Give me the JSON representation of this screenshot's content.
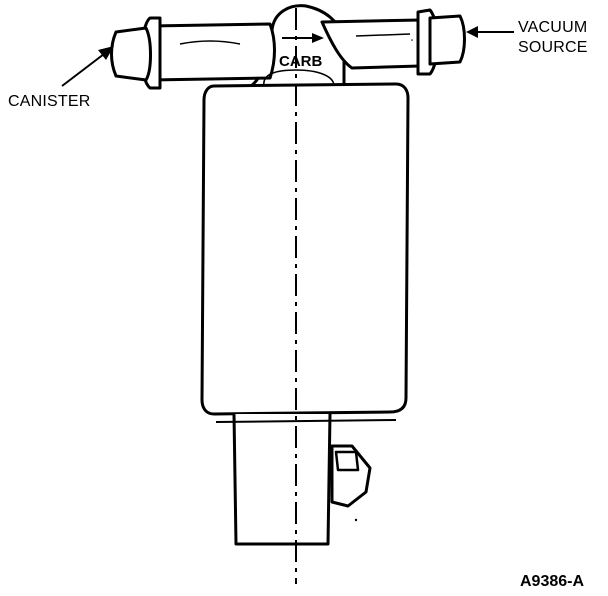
{
  "labels": {
    "canister": "CANISTER",
    "vacuum_line1": "VACUUM",
    "vacuum_line2": "SOURCE",
    "carb": "CARB",
    "figure_id": "A9386-A"
  },
  "colors": {
    "ink": "#000000",
    "paper": "#ffffff"
  }
}
